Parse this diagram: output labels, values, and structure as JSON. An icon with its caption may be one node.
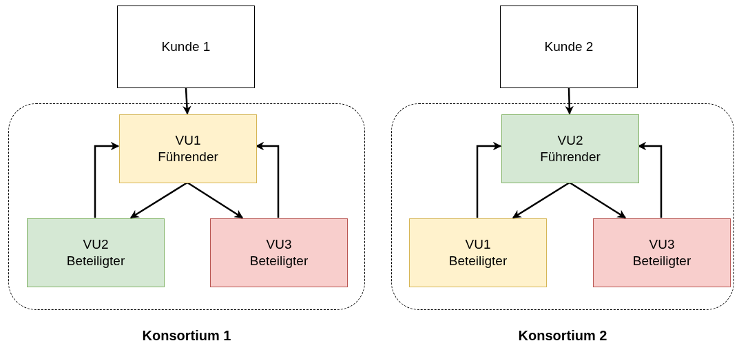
{
  "diagram": {
    "nodes": [
      {
        "text": [
          "Kunde 1"
        ]
      },
      {
        "text": [
          "Konsortium 1"
        ]
      },
      {
        "text": [
          "VU1",
          "Führender"
        ],
        "in": 1
      },
      {
        "text": [
          "VU2",
          "Beteiligter"
        ],
        "in": 1
      },
      {
        "text": [
          "VU3",
          "Beteiligter"
        ],
        "in": 1
      },
      {
        "text": [
          "Kunde 2"
        ]
      },
      {
        "text": [
          "Konsortium 2"
        ]
      },
      {
        "text": [
          "VU2",
          "Führender"
        ],
        "in": 6
      },
      {
        "text": [
          "VU1",
          "Beteiligter"
        ],
        "in": 6
      },
      {
        "text": [
          "VU3",
          "Beteiligter"
        ],
        "in": 6
      }
    ],
    "edges": [
      {
        "from": 0,
        "to": 2,
        "arrow": "to"
      },
      {
        "from": 2,
        "to": 3,
        "arrow": "to"
      },
      {
        "from": 2,
        "to": 4,
        "arrow": "to"
      },
      {
        "from": 3,
        "to": 2,
        "arrow": "to"
      },
      {
        "from": 4,
        "to": 2,
        "arrow": "to"
      },
      {
        "from": 5,
        "to": 7,
        "arrow": "to"
      },
      {
        "from": 7,
        "to": 8,
        "arrow": "to"
      },
      {
        "from": 7,
        "to": 9,
        "arrow": "to"
      },
      {
        "from": 8,
        "to": 7,
        "arrow": "to"
      },
      {
        "from": 9,
        "to": 7,
        "arrow": "to"
      }
    ]
  }
}
